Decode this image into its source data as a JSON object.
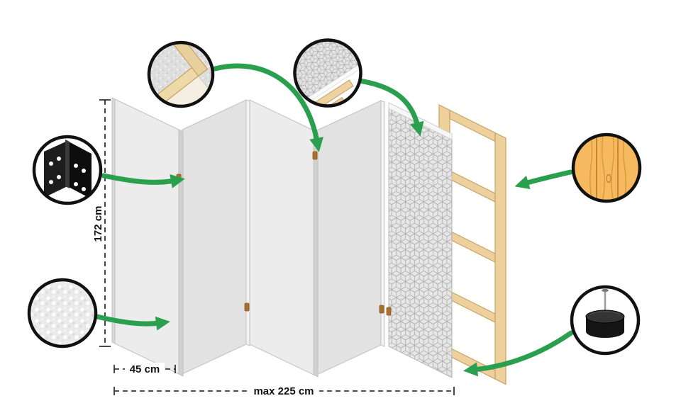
{
  "diagram": {
    "subject": "folding-screen-construction-diagram",
    "dimension_labels": {
      "height": "172 cm",
      "panel_width": "45 cm",
      "max_total_width": "max 225 cm"
    },
    "screen": {
      "panel_count": 5
    },
    "callouts": [
      {
        "name": "frame-corner-detail"
      },
      {
        "name": "fabric-over-frame-detail"
      },
      {
        "name": "metal-hinge-detail"
      },
      {
        "name": "fleece-texture-detail"
      },
      {
        "name": "pine-wood-detail"
      },
      {
        "name": "anti-slip-foot-detail"
      }
    ],
    "colors": {
      "background": "#ffffff",
      "accent_green": "#2aa04e",
      "outline": "#111111",
      "panel_light": "#ececec",
      "panel_dark": "#e2e2e2",
      "panel_edge": "#d0d0d0",
      "pattern_line": "#b2b2b2",
      "wood_frame": "#edd09c",
      "wood_outline": "#c9a265",
      "pine_circle": "#f5b95f",
      "hinge_black": "#1d1d1d"
    }
  }
}
